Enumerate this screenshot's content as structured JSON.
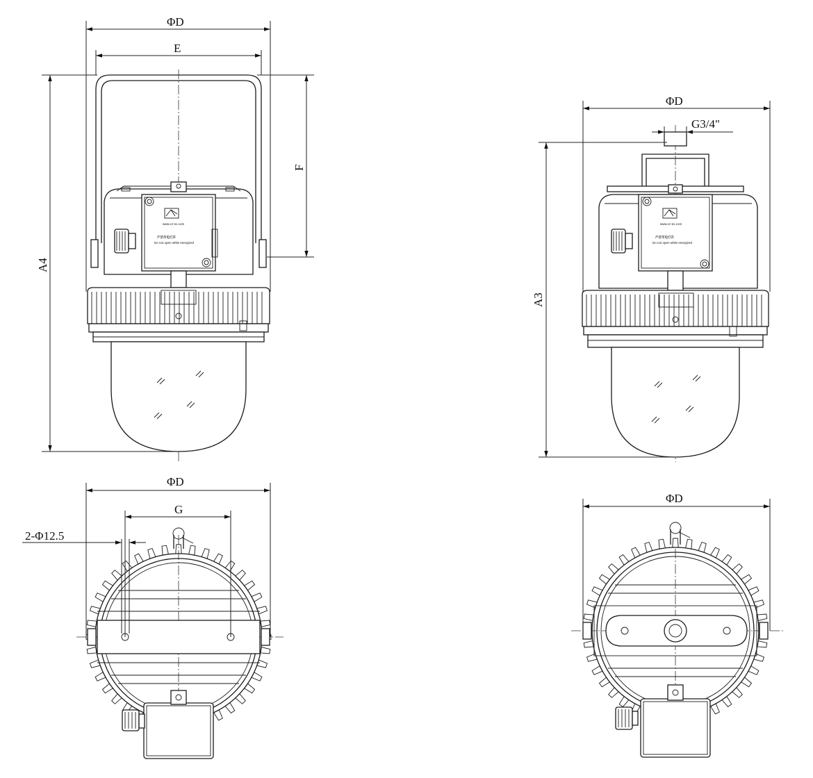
{
  "views": {
    "front_a4": {
      "phi_d": "ΦD",
      "e": "E",
      "f": "F",
      "a4": "A4"
    },
    "front_a3": {
      "phi_d": "ΦD",
      "thread": "G3/4\"",
      "a3": "A3"
    },
    "bottom_left": {
      "phi_d": "ΦD",
      "g": "G",
      "holes": "2-Φ12.5"
    },
    "bottom_right": {
      "phi_d": "ΦD"
    }
  },
  "junction_box": {
    "brand": "www.cz-ex.com",
    "warning_cn": "严禁带电打开",
    "warning_en": "Do not open while energized"
  }
}
